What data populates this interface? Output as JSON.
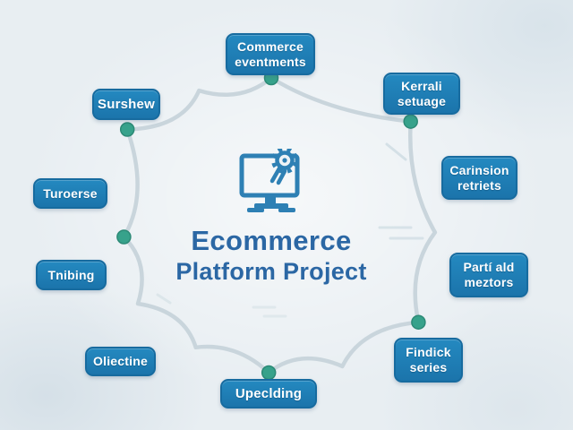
{
  "diagram": {
    "title": {
      "line1": "Ecommerce",
      "line2": "Platform Project"
    },
    "center_icon": "monitor-award-icon",
    "nodes": [
      {
        "id": "commerce-eventments",
        "lines": [
          "Commerce",
          "eventments"
        ]
      },
      {
        "id": "kerrali-setuage",
        "lines": [
          "Kerrali",
          "setuage"
        ]
      },
      {
        "id": "carinsion-retriets",
        "lines": [
          "Carinsion",
          "retriets"
        ]
      },
      {
        "id": "parti-ald-meztors",
        "lines": [
          "Partí ald",
          "meztors"
        ]
      },
      {
        "id": "findick-series",
        "lines": [
          "Findick",
          "series"
        ]
      },
      {
        "id": "upeclding",
        "lines": [
          "Upeclding"
        ]
      },
      {
        "id": "oliectine",
        "lines": [
          "Oliectine"
        ]
      },
      {
        "id": "tnibing",
        "lines": [
          "Tnibing"
        ]
      },
      {
        "id": "turoerse",
        "lines": [
          "Turoerse"
        ]
      },
      {
        "id": "surshew",
        "lines": [
          "Surshew"
        ]
      }
    ],
    "colors": {
      "node_fill": "#1f7cb4",
      "node_border": "#176b9f",
      "node_text": "#ffffff",
      "ring_outline": "#c9d5dc",
      "ring_dot": "#37a28b",
      "ring_dot_border": "#2c8a76",
      "title_text": "#2b67a4",
      "icon_stroke": "#2e80b4",
      "background": "#e8eef2"
    }
  }
}
